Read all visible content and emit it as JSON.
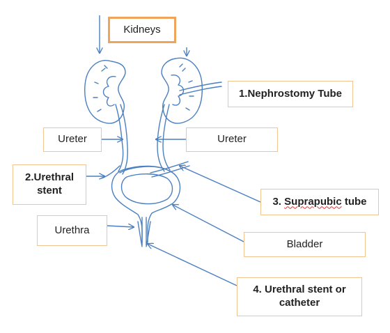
{
  "labels": {
    "kidneys": "Kidneys",
    "nephrostomy_tube": "1.Nephrostomy Tube",
    "ureter_left": "Ureter",
    "ureter_right": "Ureter",
    "urethral_stent_line1": "2.Urethral",
    "urethral_stent_line2": "stent",
    "suprapubic_prefix": "3. ",
    "suprapubic_word": "Suprapubic",
    "suprapubic_suffix": " tube",
    "urethra": "Urethra",
    "bladder": "Bladder",
    "stent_or_catheter_line1": "4. Urethral stent or",
    "stent_or_catheter_line2": "catheter"
  },
  "colors": {
    "line": "#4a7fc1",
    "label_border": "#f2c48f",
    "kidneys_border": "#f0a35a",
    "text": "#222222"
  }
}
